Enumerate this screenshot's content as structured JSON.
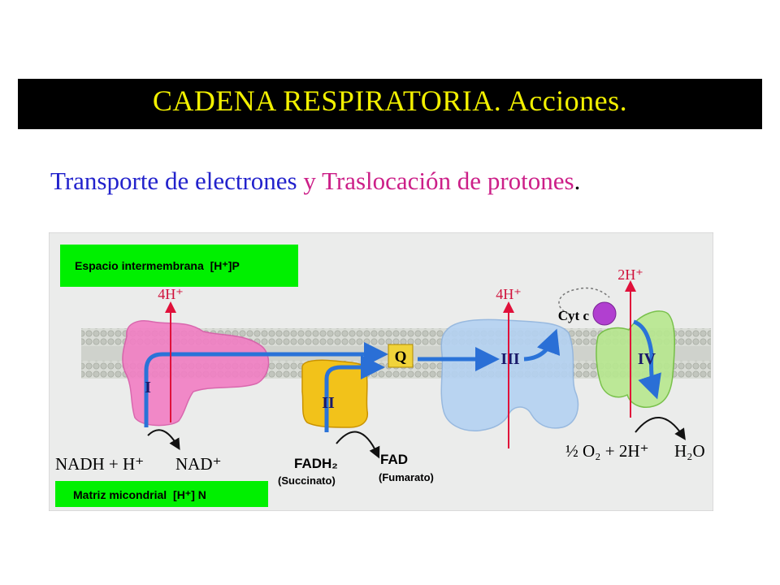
{
  "title": "CADENA RESPIRATORIA. Acciones.",
  "subtitle": {
    "part1": "Transporte de electrones",
    "connector": "y",
    "part2": "Traslocación de protones",
    "end": "."
  },
  "diagram": {
    "intermembrane_label": {
      "text": "Espacio intermembrana",
      "concentration": "[H⁺]P"
    },
    "matrix_label": {
      "text": "Matriz micondrial",
      "concentration": "[H⁺] N"
    },
    "complexes": {
      "I": "I",
      "II": "II",
      "III": "III",
      "IV": "IV",
      "Q": "Q",
      "cyt": "Cyt c"
    },
    "protons": {
      "complex_I": "4H⁺",
      "complex_III": "4H⁺",
      "complex_IV": "2H⁺"
    },
    "substrates": {
      "nadh": "NADH + H⁺",
      "nad": "NAD⁺",
      "fadh2": "FADH₂",
      "succinato": "(Succinato)",
      "fad": "FAD",
      "fumarato": "(Fumarato)",
      "oxygen": "½ O₂ + 2H⁺",
      "water": "H₂O"
    },
    "colors": {
      "complex_I": "#f27ec4",
      "complex_II": "#f2c21a",
      "complex_III": "#b4d2f2",
      "complex_IV": "#b7e88f",
      "cyt_c": "#b13fd0",
      "label_bg": "#00f000",
      "proton_arrow": "#e0103a",
      "electron_arrow": "#2a73d8"
    }
  }
}
